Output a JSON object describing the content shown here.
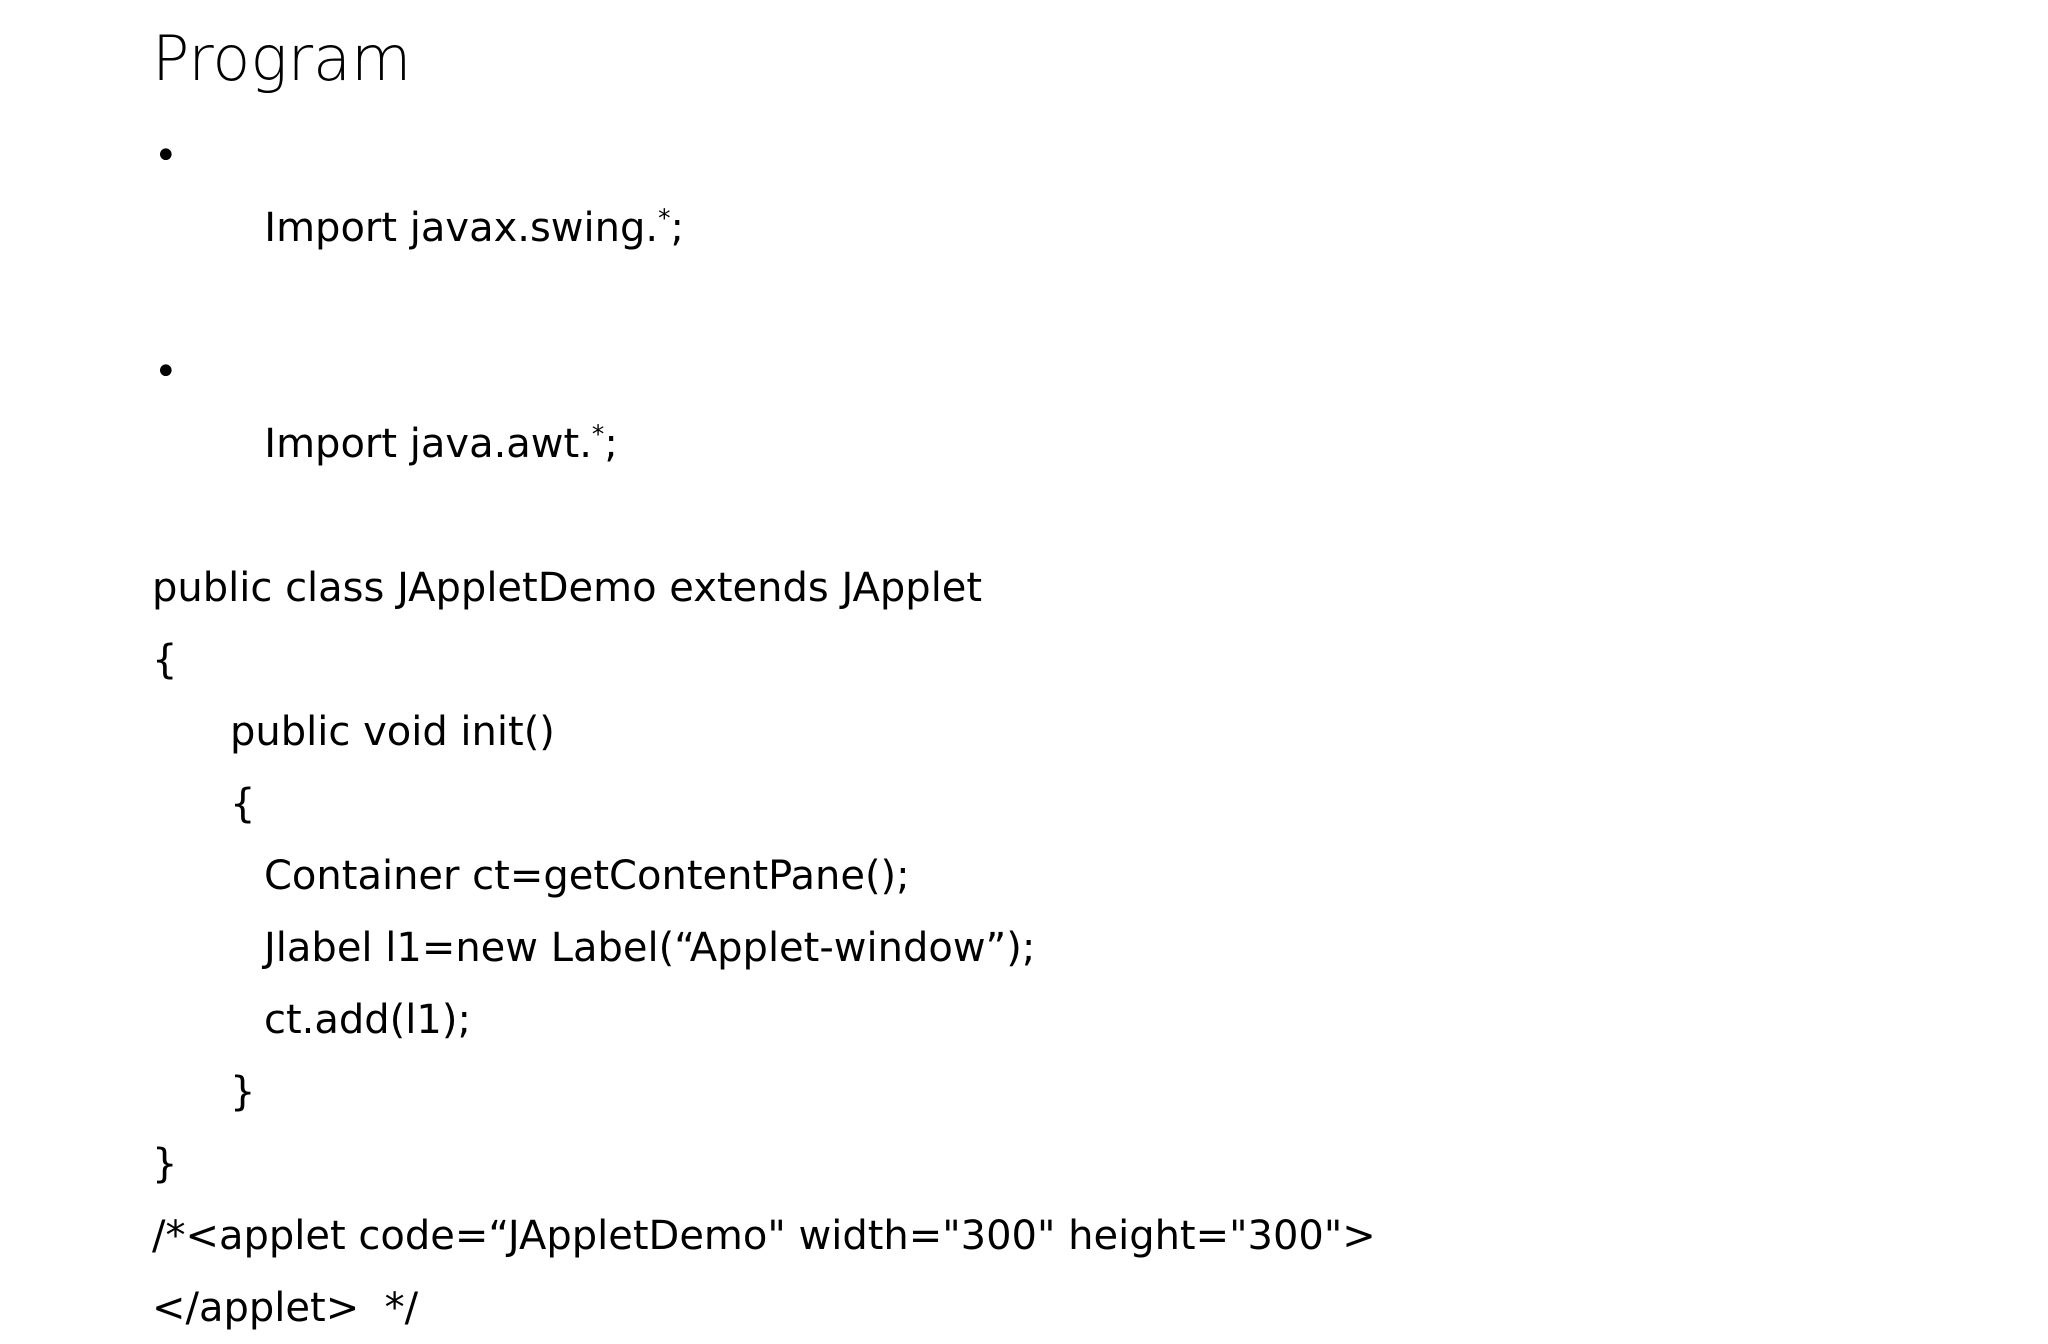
{
  "slide": {
    "title": "Program",
    "background_color": "#FFFFFF",
    "text_color": "#000000",
    "lines": [
      {
        "id": "import-swing",
        "bullet": true,
        "indent": 0,
        "text": "Import javax.swing.*;"
      },
      {
        "id": "import-awt",
        "bullet": true,
        "indent": 0,
        "text": "Import java.awt.*;"
      },
      {
        "id": "class-decl",
        "bullet": false,
        "indent": 0,
        "text": "public class JAppletDemo extends JApplet"
      },
      {
        "id": "class-open",
        "bullet": false,
        "indent": 0,
        "text": "{"
      },
      {
        "id": "init-decl",
        "bullet": false,
        "indent": 1,
        "text": "public void init()"
      },
      {
        "id": "init-open",
        "bullet": false,
        "indent": 1,
        "text": "{"
      },
      {
        "id": "container-line",
        "bullet": false,
        "indent": 2,
        "text": "Container ct=getContentPane();"
      },
      {
        "id": "jlabel-line",
        "bullet": false,
        "indent": 2,
        "text": "Jlabel l1=new Label(“Applet-window”);"
      },
      {
        "id": "ctadd-line",
        "bullet": false,
        "indent": 2,
        "text": "ct.add(l1);"
      },
      {
        "id": "init-close",
        "bullet": false,
        "indent": 1,
        "text": "}"
      },
      {
        "id": "class-close",
        "bullet": false,
        "indent": 0,
        "text": "}"
      },
      {
        "id": "applet-open",
        "bullet": false,
        "indent": 0,
        "text": "/*<applet code=“JAppletDemo\" width=\"300\" height=\"300\">"
      },
      {
        "id": "applet-close",
        "bullet": false,
        "indent": 0,
        "text": "</applet>  */"
      }
    ],
    "bullet_glyph": "•"
  }
}
